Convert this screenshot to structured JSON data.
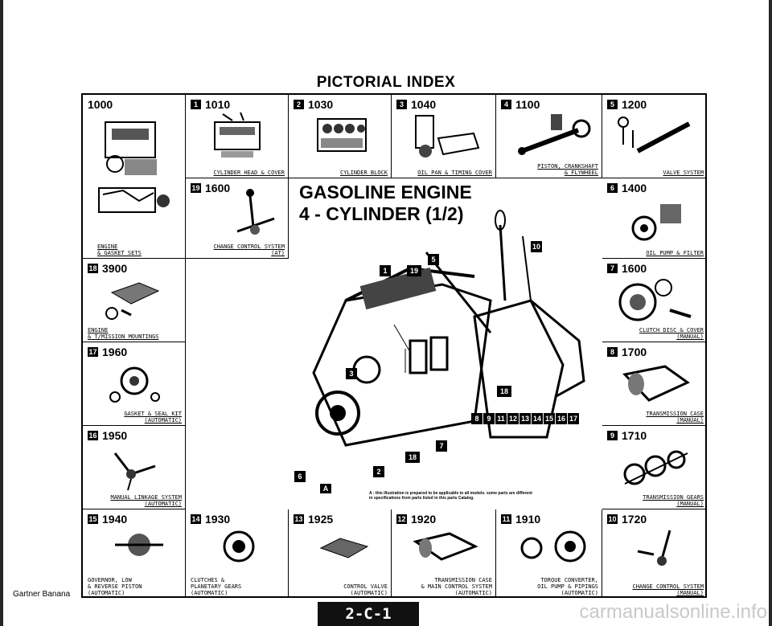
{
  "title": "PICTORIAL INDEX",
  "center": {
    "line1": "GASOLINE ENGINE",
    "line2": "4 - CYLINDER (1/2)",
    "callouts": [
      "10",
      "5",
      "19",
      "1",
      "3",
      "18",
      "8",
      "9",
      "11",
      "12",
      "13",
      "14",
      "15",
      "16",
      "17",
      "7",
      "18",
      "2",
      "6",
      "A"
    ],
    "note_line1": "A : this illustration is prepared to be applicable to all models. some parts are different",
    "note_line2": "in specifications from parts listed in this parts Catalog."
  },
  "cells": [
    {
      "key": "c1000",
      "code": "1000",
      "badge": "",
      "caption": "ENGINE\n& GASKET SETS"
    },
    {
      "key": "c1010",
      "code": "1010",
      "badge": "1",
      "caption": "CYLINDER HEAD & COVER"
    },
    {
      "key": "c1030",
      "code": "1030",
      "badge": "2",
      "caption": "CYLINDER BLOCK"
    },
    {
      "key": "c1040",
      "code": "1040",
      "badge": "3",
      "caption": "OIL PAN & TIMING COVER"
    },
    {
      "key": "c1100",
      "code": "1100",
      "badge": "4",
      "caption": "PISTON, CRANKSHAFT\n& FLYWHEEL"
    },
    {
      "key": "c1200",
      "code": "1200",
      "badge": "5",
      "caption": "VALVE SYSTEM"
    },
    {
      "key": "c1600a",
      "code": "1600",
      "badge": "19",
      "caption": "CHANGE CONTROL SYSTEM\n(AT)"
    },
    {
      "key": "c1400",
      "code": "1400",
      "badge": "6",
      "caption": "OIL PUMP & FILTER"
    },
    {
      "key": "c3900",
      "code": "3900",
      "badge": "18",
      "caption": "ENGINE\n& T/MISSION MOUNTINGS"
    },
    {
      "key": "c1600b",
      "code": "1600",
      "badge": "7",
      "caption": "CLUTCH DISC & COVER\n(MANUAL)"
    },
    {
      "key": "c1960",
      "code": "1960",
      "badge": "17",
      "caption": "GASKET & SEAL KIT\n(AUTOMATIC)"
    },
    {
      "key": "c1700",
      "code": "1700",
      "badge": "8",
      "caption": "TRANSMISSION CASE\n(MANUAL)"
    },
    {
      "key": "c1950",
      "code": "1950",
      "badge": "16",
      "caption": "MANUAL LINKAGE SYSTEM\n(AUTOMATIC)"
    },
    {
      "key": "c1710",
      "code": "1710",
      "badge": "9",
      "caption": "TRANSMISSION GEARS\n(MANUAL)"
    },
    {
      "key": "c1940",
      "code": "1940",
      "badge": "15",
      "caption": "GOVERNOR, LOW\n& REVERSE PISTON\n(AUTOMATIC)"
    },
    {
      "key": "c1930",
      "code": "1930",
      "badge": "14",
      "caption": "CLUTCHES &\nPLANETARY GEARS\n(AUTOMATIC)"
    },
    {
      "key": "c1925",
      "code": "1925",
      "badge": "13",
      "caption": "CONTROL VALVE\n(AUTOMATIC)"
    },
    {
      "key": "c1920",
      "code": "1920",
      "badge": "12",
      "caption": "TRANSMISSION CASE\n& MAIN CONTROL SYSTEM\n(AUTOMATIC)"
    },
    {
      "key": "c1910",
      "code": "1910",
      "badge": "11",
      "caption": "TORQUE CONVERTER,\nOIL PUMP & PIPINGS\n(AUTOMATIC)"
    },
    {
      "key": "c1720",
      "code": "1720",
      "badge": "10",
      "caption": "CHANGE CONTROL SYSTEM\n(MANUAL)"
    }
  ],
  "footer": {
    "company": "Gartner Banana",
    "page_number": "2-C-1",
    "watermark": "carmanualsonline.info"
  }
}
